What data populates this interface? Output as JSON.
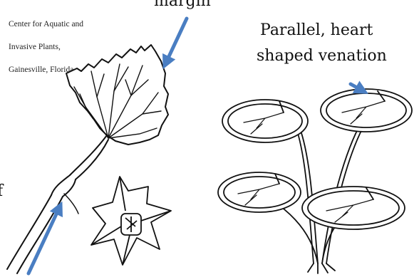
{
  "credit": {
    "line1": "Center for Aquatic and",
    "line2": "Invasive Plants,",
    "line3": "Gainesville, Florida"
  },
  "labels": {
    "margin": "margin",
    "parallel_line1": "Parallel, heart",
    "parallel_line2": "shaped venation",
    "fragment_left": "f"
  },
  "colors": {
    "arrow": "#4a7ec2",
    "ink": "#111111"
  }
}
